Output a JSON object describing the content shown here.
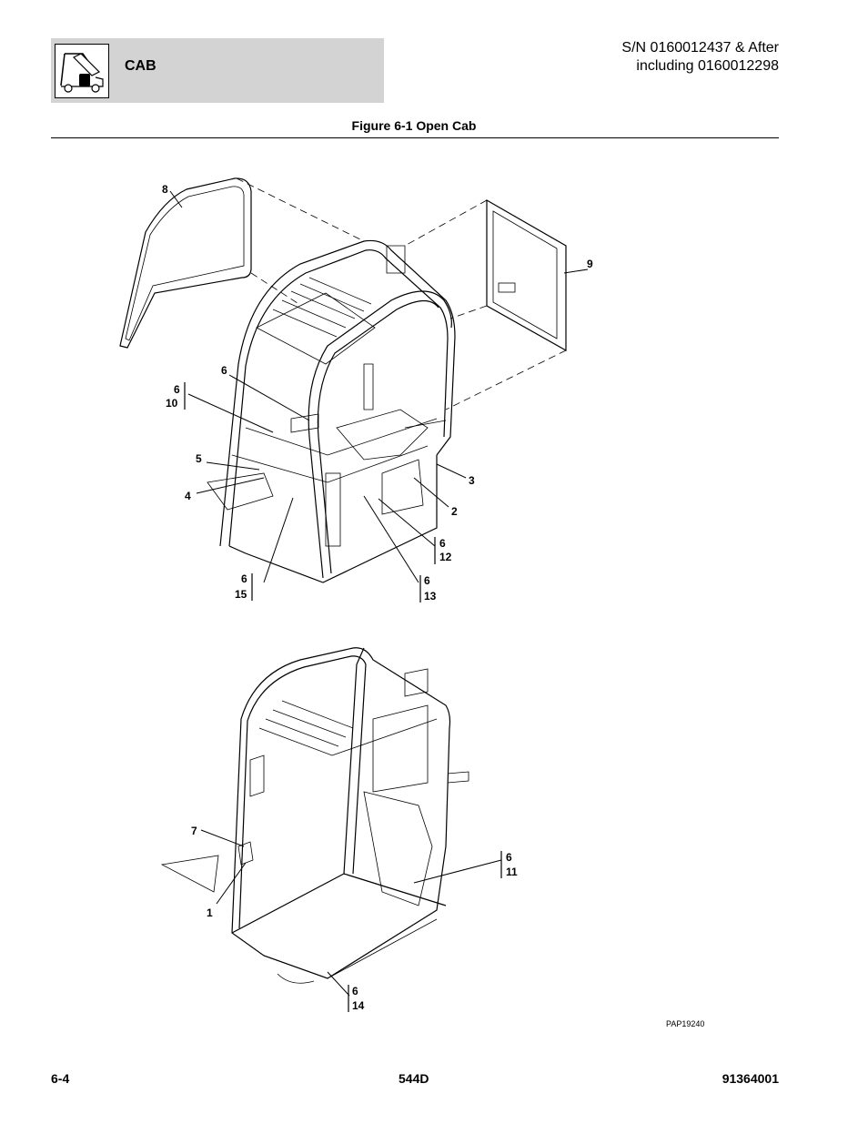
{
  "header": {
    "section": "CAB",
    "serial_line1": "S/N 0160012437 & After",
    "serial_line2": "including 0160012298",
    "icon": "telehandler-machine-icon"
  },
  "figure": {
    "title": "Figure 6-1 Open Cab",
    "image_id": "PAP19240"
  },
  "callouts_top": {
    "c8": "8",
    "c9": "9",
    "c6a": "6",
    "c6b": "6",
    "c10": "10",
    "c5": "5",
    "c4": "4",
    "c3": "3",
    "c2": "2",
    "c6c": "6",
    "c12": "12",
    "c6d": "6",
    "c13": "13",
    "c6e": "6",
    "c15": "15"
  },
  "callouts_bottom": {
    "c7": "7",
    "c1": "1",
    "c6f": "6",
    "c11": "11",
    "c6g": "6",
    "c14": "14"
  },
  "footer": {
    "page": "6-4",
    "model": "544D",
    "doc_number": "91364001"
  }
}
